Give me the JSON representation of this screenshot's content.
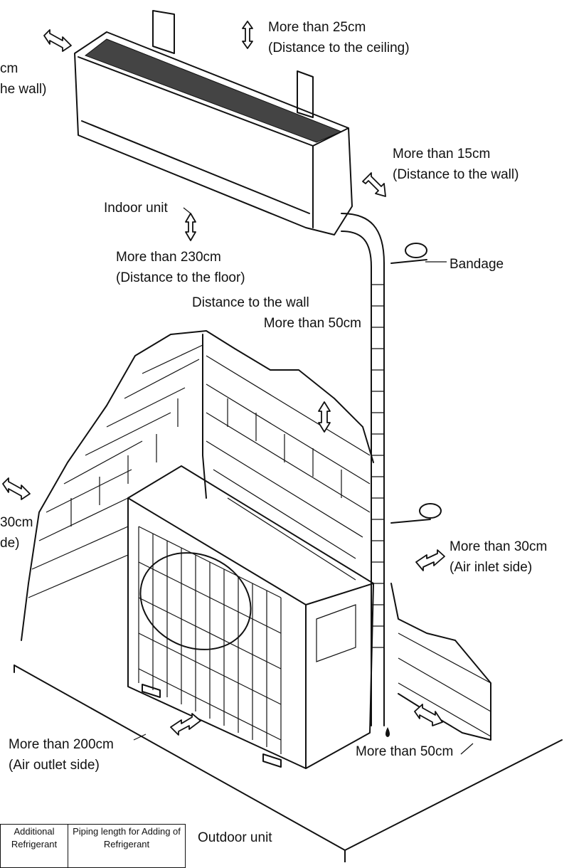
{
  "labels": {
    "side_wall_left_top": [
      "cm",
      "he wall)"
    ],
    "ceiling": [
      "More than 25cm",
      "(Distance to the ceiling)"
    ],
    "wall_right_indoor": [
      "More than 15cm",
      "(Distance to the wall)"
    ],
    "indoor_unit": "Indoor unit",
    "floor": [
      "More than 230cm",
      "(Distance to the floor)"
    ],
    "bandage": "Bandage",
    "wall_outdoor": [
      "Distance to the wall",
      "More than 50cm"
    ],
    "left_side_outdoor": [
      "30cm",
      "de)"
    ],
    "air_inlet": [
      "More than 30cm",
      "(Air inlet side)"
    ],
    "air_outlet": [
      "More than 200cm",
      "(Air outlet side)"
    ],
    "bottom_right": "More than 50cm",
    "outdoor_unit": "Outdoor unit"
  },
  "legend_table": {
    "headers": [
      "Additional Refrigerant",
      "Piping length for Adding of Refrigerant"
    ]
  }
}
